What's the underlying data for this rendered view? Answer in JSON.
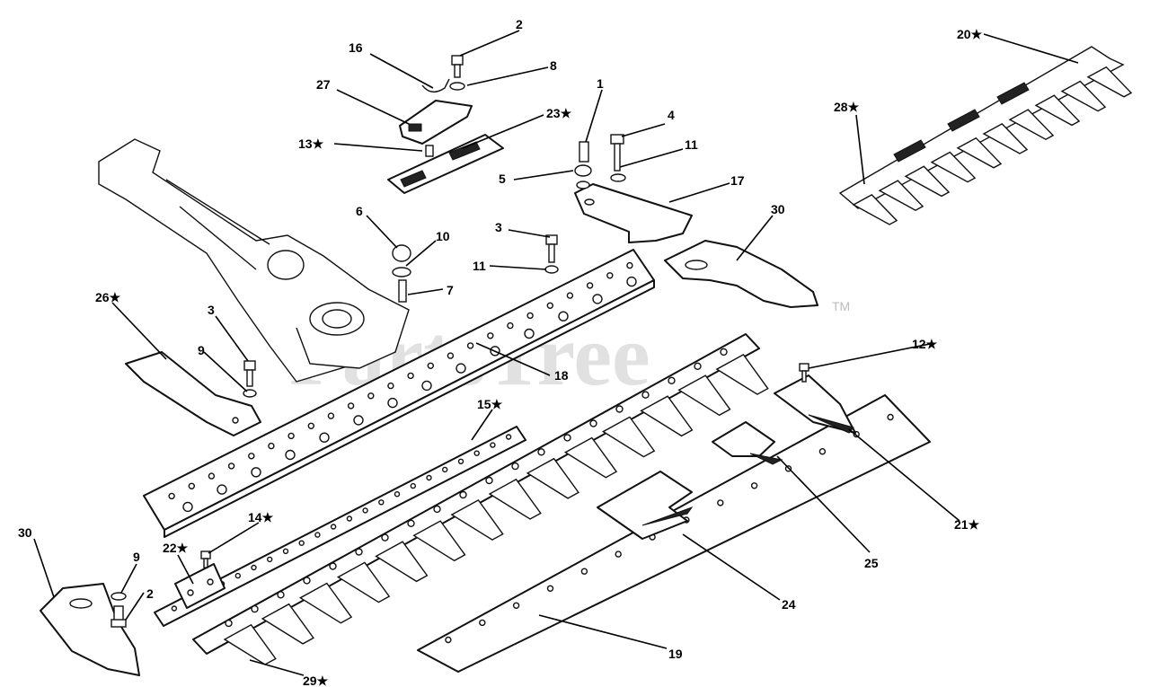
{
  "watermark": {
    "text": "PartsTree",
    "mark": "TM"
  },
  "callouts": [
    {
      "id": "c-2-top",
      "text": "2"
    },
    {
      "id": "c-8",
      "text": "8"
    },
    {
      "id": "c-16",
      "text": "16"
    },
    {
      "id": "c-27",
      "text": "27"
    },
    {
      "id": "c-23",
      "text": "23★"
    },
    {
      "id": "c-13",
      "text": "13★"
    },
    {
      "id": "c-1",
      "text": "1"
    },
    {
      "id": "c-4",
      "text": "4"
    },
    {
      "id": "c-11-top",
      "text": "11"
    },
    {
      "id": "c-5",
      "text": "5"
    },
    {
      "id": "c-17",
      "text": "17"
    },
    {
      "id": "c-30-right",
      "text": "30"
    },
    {
      "id": "c-6",
      "text": "6"
    },
    {
      "id": "c-10",
      "text": "10"
    },
    {
      "id": "c-3-mid",
      "text": "3"
    },
    {
      "id": "c-11-mid",
      "text": "11"
    },
    {
      "id": "c-7",
      "text": "7"
    },
    {
      "id": "c-26",
      "text": "26★"
    },
    {
      "id": "c-3-left",
      "text": "3"
    },
    {
      "id": "c-9-left",
      "text": "9"
    },
    {
      "id": "c-18",
      "text": "18"
    },
    {
      "id": "c-20",
      "text": "20★"
    },
    {
      "id": "c-28",
      "text": "28★"
    },
    {
      "id": "c-12",
      "text": "12★"
    },
    {
      "id": "c-15",
      "text": "15★"
    },
    {
      "id": "c-21",
      "text": "21★"
    },
    {
      "id": "c-25",
      "text": "25"
    },
    {
      "id": "c-14",
      "text": "14★"
    },
    {
      "id": "c-22",
      "text": "22★"
    },
    {
      "id": "c-30-left",
      "text": "30"
    },
    {
      "id": "c-9-bottom",
      "text": "9"
    },
    {
      "id": "c-2-bottom",
      "text": "2"
    },
    {
      "id": "c-24",
      "text": "24"
    },
    {
      "id": "c-19",
      "text": "19"
    },
    {
      "id": "c-29",
      "text": "29★"
    }
  ]
}
